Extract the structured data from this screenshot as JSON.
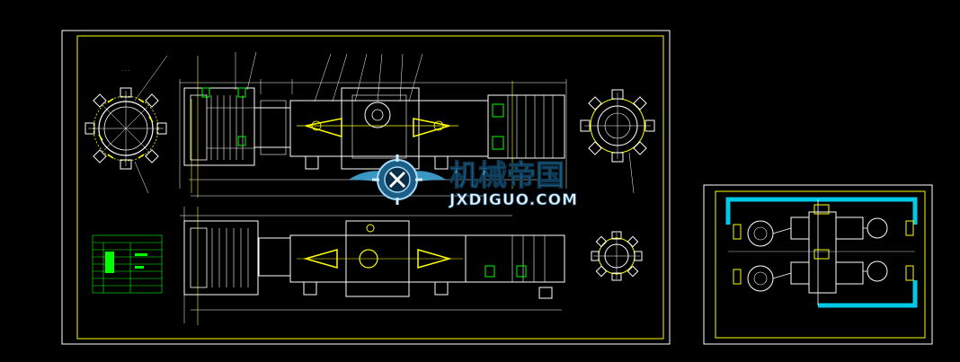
{
  "colors": {
    "background": "#000000",
    "frame": "#ffffff",
    "outline": "#ffffff",
    "accent_yellow": "#ffff00",
    "accent_green": "#00ff00",
    "accent_cyan": "#00c8e6",
    "watermark_blue": "#3fa7d6"
  },
  "watermark": {
    "logo_icon": "jx-gear-wings-logo",
    "chinese": "机械帝国",
    "latin": "JXDIGUO.COM"
  },
  "views": [
    {
      "id": "left-end-view",
      "icon": "wheel-end-view"
    },
    {
      "id": "top-main-view",
      "icon": "gearbox-assembly"
    },
    {
      "id": "bottom-main-view",
      "icon": "gearbox-assembly"
    },
    {
      "id": "right-end-view",
      "icon": "wheel-end-view"
    },
    {
      "id": "small-end-view",
      "icon": "wheel-end-view"
    },
    {
      "id": "layout-drawing",
      "icon": "plan-view"
    }
  ]
}
